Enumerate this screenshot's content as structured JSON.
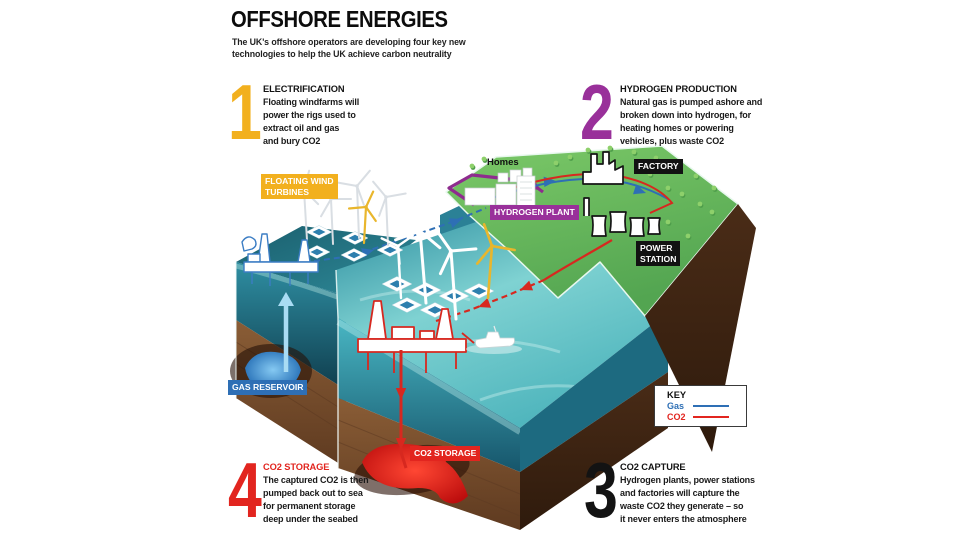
{
  "header": {
    "title": "OFFSHORE ENERGIES",
    "subtitle_lines": [
      "The UK's offshore operators are developing four key new",
      "technologies to help the UK achieve carbon neutrality"
    ]
  },
  "sections": [
    {
      "number": "1",
      "number_color": "#F2B01E",
      "heading": "ELECTRIFICATION",
      "heading_color": "#121212",
      "body_lines": [
        "Floating windfarms will",
        "power the rigs used to",
        "extract oil and gas",
        "and bury CO2"
      ]
    },
    {
      "number": "2",
      "number_color": "#99309A",
      "heading": "HYDROGEN PRODUCTION",
      "heading_color": "#121212",
      "body_lines": [
        "Natural gas is pumped ashore and",
        "broken down into hydrogen, for",
        "heating homes or powering",
        "vehicles, plus waste CO2"
      ]
    },
    {
      "number": "3",
      "number_color": "#131313",
      "heading": "CO2 CAPTURE",
      "heading_color": "#121212",
      "body_lines": [
        "Hydrogen plants, power stations",
        "and factories will capture the",
        "waste CO2 they generate – so",
        "it never enters the atmosphere"
      ]
    },
    {
      "number": "4",
      "number_color": "#E2251F",
      "heading": "CO2 STORAGE",
      "heading_color": "#E2251F",
      "body_lines": [
        "The captured CO2 is then",
        "pumped back out to sea",
        "for permanent storage",
        "deep under the seabed"
      ]
    }
  ],
  "map_labels": {
    "floating_wind_turbines": {
      "lines": [
        "FLOATING WIND",
        "TURBINES"
      ],
      "bg": "#F2B01E",
      "fg": "#FFFFFF"
    },
    "homes": {
      "lines": [
        "Homes"
      ],
      "bg": "transparent",
      "fg": "#121212"
    },
    "factory": {
      "lines": [
        "FACTORY"
      ],
      "bg": "#121212",
      "fg": "#FFFFFF"
    },
    "hydrogen_plant": {
      "lines": [
        "HYDROGEN PLANT"
      ],
      "bg": "#99309A",
      "fg": "#FFFFFF"
    },
    "power_station": {
      "lines": [
        "POWER",
        "STATION"
      ],
      "bg": "#121212",
      "fg": "#FFFFFF"
    },
    "gas_reservoir": {
      "lines": [
        "GAS RESERVOIR"
      ],
      "bg": "#2E6FB5",
      "fg": "#FFFFFF"
    },
    "co2_storage": {
      "lines": [
        "CO2 STORAGE"
      ],
      "bg": "#E2251F",
      "fg": "#FFFFFF"
    }
  },
  "key": {
    "title": "KEY",
    "items": [
      {
        "label": "Gas",
        "color": "#2E6FB5"
      },
      {
        "label": "CO2",
        "color": "#E2251F"
      }
    ]
  }
}
